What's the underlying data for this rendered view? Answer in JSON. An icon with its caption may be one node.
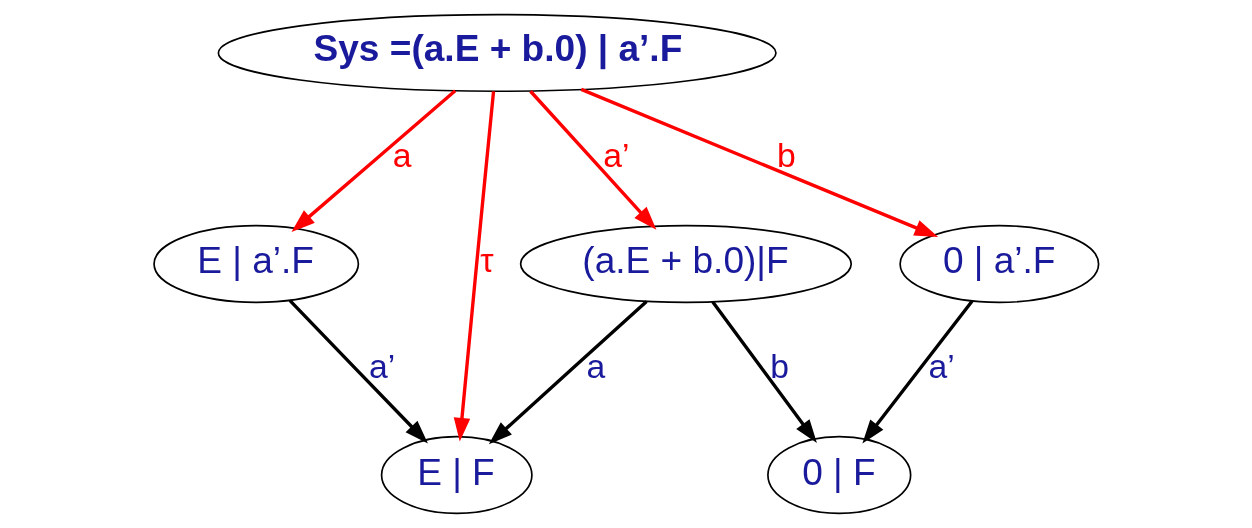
{
  "diagram": {
    "nodes": [
      {
        "text": [
          "Sys =(a.E + b.0) | a’.F"
        ]
      },
      {
        "text": [
          "E | a’.F"
        ]
      },
      {
        "text": [
          "(a.E + b.0)|F"
        ]
      },
      {
        "text": [
          "0 | a’.F"
        ]
      },
      {
        "text": [
          "E | F"
        ]
      },
      {
        "text": [
          "0 | F"
        ]
      }
    ],
    "edges": [
      {
        "from": 0,
        "to": 1,
        "arrow": "to",
        "label": "a",
        "color": "#ff0000"
      },
      {
        "from": 0,
        "to": 2,
        "arrow": "to",
        "label": "a’",
        "color": "#ff0000"
      },
      {
        "from": 0,
        "to": 3,
        "arrow": "to",
        "label": "b",
        "color": "#ff0000"
      },
      {
        "from": 0,
        "to": 4,
        "arrow": "to",
        "label": "τ",
        "color": "#ff0000"
      },
      {
        "from": 2,
        "to": 4,
        "arrow": "to",
        "label": "a",
        "color": "#000000"
      },
      {
        "from": 2,
        "to": 5,
        "arrow": "to",
        "label": "b",
        "color": "#000000"
      },
      {
        "from": 3,
        "to": 5,
        "arrow": "to",
        "label": "a’",
        "color": "#000000"
      },
      {
        "from": 1,
        "to": 4,
        "arrow": "to",
        "label": "a’",
        "color": "#000000"
      }
    ]
  }
}
